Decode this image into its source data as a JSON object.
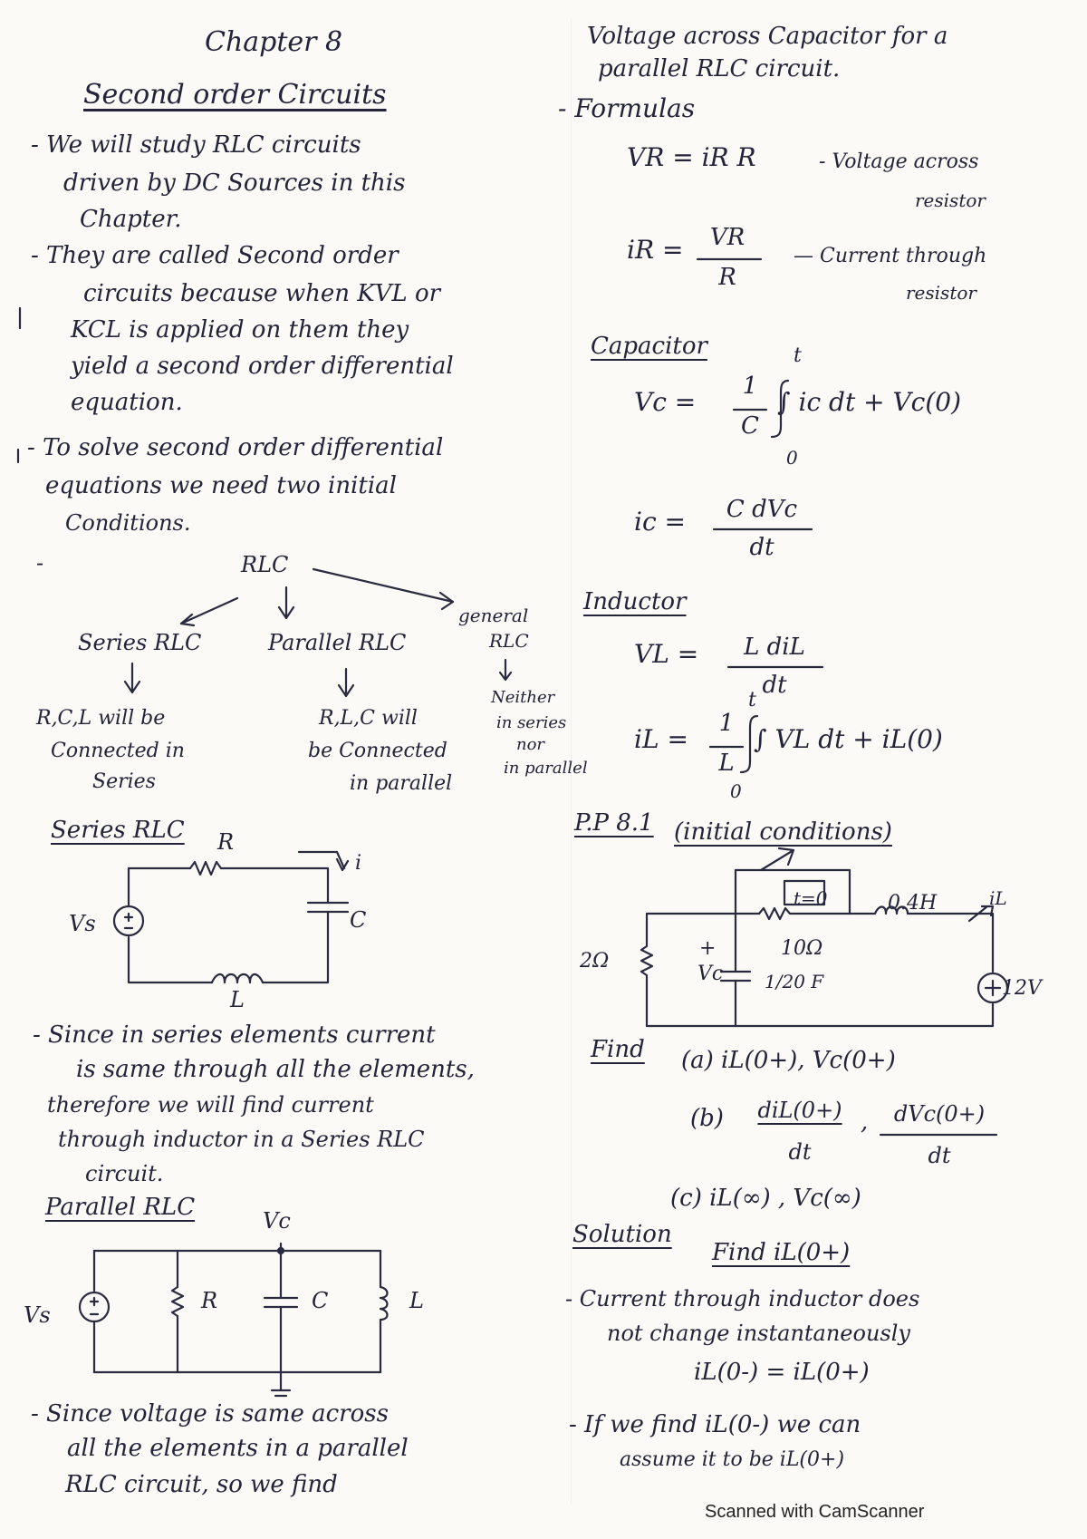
{
  "left": {
    "title": "Chapter 8",
    "subtitle": "Second order Circuits",
    "b1": [
      "- We will study RLC circuits",
      "driven by DC Sources in this",
      "Chapter."
    ],
    "b2": [
      "- They are called Second order",
      "circuits because when KVL or",
      "KCL is applied on them they",
      "yield a second order differential",
      "equation."
    ],
    "b3": [
      "- To solve second order differential",
      "equations we need two initial",
      "Conditions."
    ],
    "tree": {
      "dash": "-",
      "root": "RLC",
      "series": "Series RLC",
      "parallel": "Parallel RLC",
      "general": [
        "general",
        "RLC"
      ],
      "series_desc": [
        "R,C,L will be",
        "Connected in",
        "Series"
      ],
      "parallel_desc": [
        "R,L,C will",
        "be Connected",
        "in parallel"
      ],
      "general_desc": [
        "Neither",
        "in series",
        "nor",
        "in parallel"
      ]
    },
    "series_heading": "Series RLC",
    "series_labels": {
      "R": "R",
      "i": "i",
      "C": "C",
      "Vs": "Vs",
      "L": "L"
    },
    "b4": [
      "- Since in series elements current",
      "is same through all the elements,",
      "therefore we will find current",
      "through inductor in a Series RLC",
      "circuit."
    ],
    "parallel_heading": "Parallel RLC",
    "parallel_labels": {
      "Vc": "Vc",
      "Vs": "Vs",
      "R": "R",
      "C": "C",
      "L": "L"
    },
    "b5": [
      "- Since voltage is same across",
      "all the elements in a parallel",
      "RLC circuit, so we find"
    ]
  },
  "right": {
    "intro": [
      "Voltage across Capacitor for a",
      "parallel RLC circuit."
    ],
    "formulas_heading": "- Formulas",
    "vr": "VR = iR R",
    "vr_note": [
      "- Voltage across",
      "resistor"
    ],
    "ir_lhs": "iR =",
    "ir_num": "VR",
    "ir_den": "R",
    "ir_note": [
      "— Current through",
      "resistor"
    ],
    "cap_heading": "Capacitor",
    "vc_lhs": "Vc =",
    "vc_frac": [
      "1",
      "C"
    ],
    "vc_upper": "t",
    "vc_lower": "0",
    "vc_rest": "∫ ic dt + Vc(0)",
    "ic_lhs": "ic =",
    "ic_num": "C dVc",
    "ic_den": "dt",
    "ind_heading": "Inductor",
    "vl_lhs": "VL =",
    "vl_num": "L diL",
    "vl_den": "dt",
    "il_lhs": "iL =",
    "il_frac": [
      "1",
      "L"
    ],
    "il_upper": "t",
    "il_lower": "0",
    "il_rest": "∫ VL dt + iL(0)",
    "pp_heading": "P.P 8.1",
    "pp_sub": "(initial conditions)",
    "circuit_labels": {
      "t0": "t=0",
      "L": "0.4H",
      "iL": "iL",
      "R10": "10Ω",
      "R2": "2Ω",
      "plus": "+",
      "Vc": "Vc",
      "cap": "1/20 F",
      "src": "12V"
    },
    "find_label": "Find",
    "find_a": "(a) iL(0+), Vc(0+)",
    "find_b1": "(b)",
    "find_b_num1": "diL(0+)",
    "find_b_den1": "dt",
    "find_b_num2": "dVc(0+)",
    "find_b_den2": "dt",
    "find_c": "(c) iL(∞) , Vc(∞)",
    "solution_label": "Solution",
    "solution_find": "Find iL(0+)",
    "s1": [
      "- Current through inductor does",
      "not change instantaneously"
    ],
    "s1_eq": "iL(0-) = iL(0+)",
    "s2": [
      "- If we find iL(0-) we can",
      "assume it to be iL(0+)"
    ]
  },
  "footer": "Scanned with CamScanner"
}
